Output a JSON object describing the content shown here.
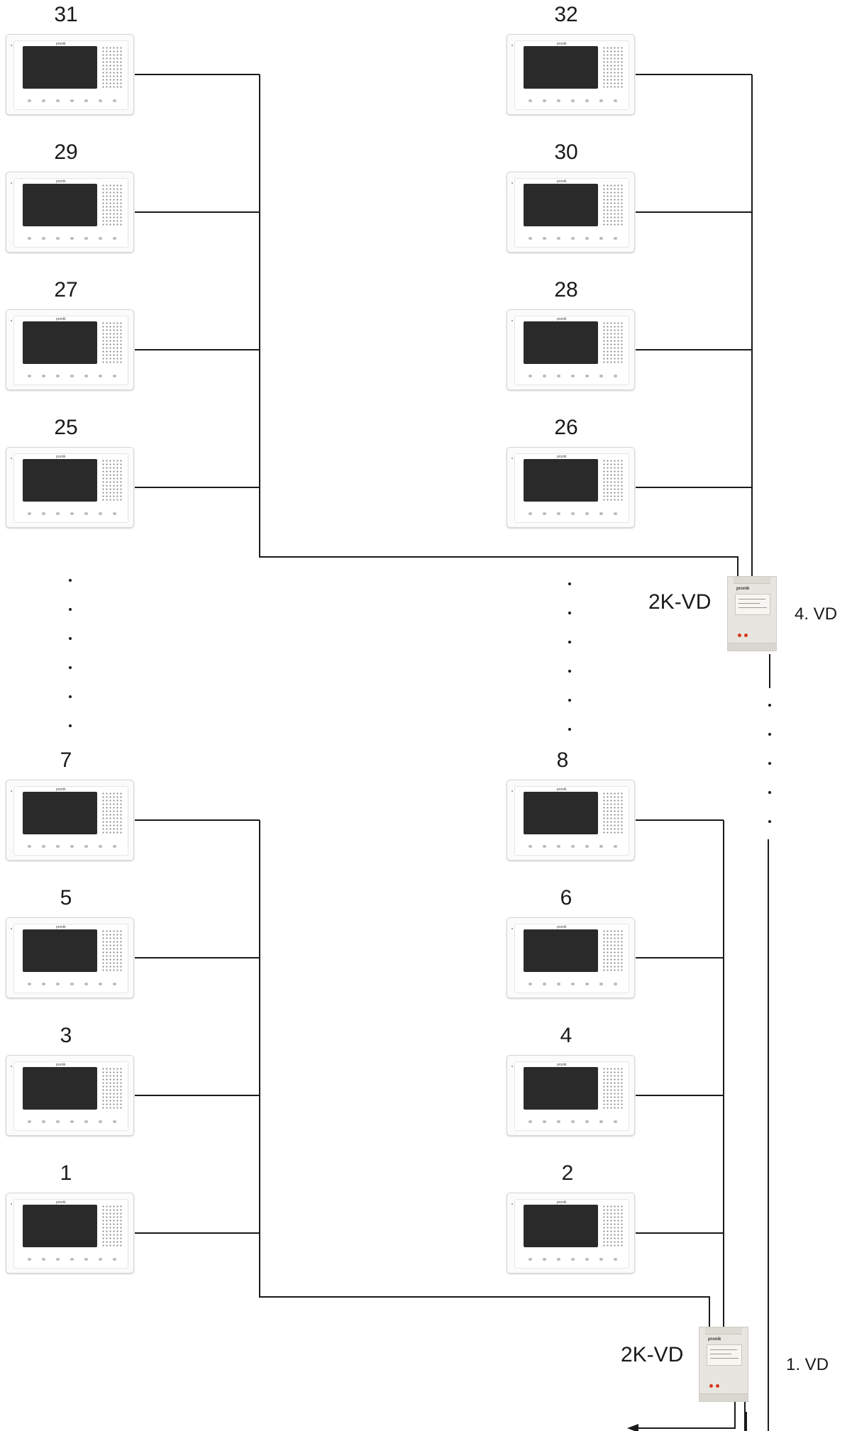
{
  "monitor_brand": "pronik",
  "upper_section": {
    "left_monitors": [
      "31",
      "29",
      "27",
      "25"
    ],
    "right_monitors": [
      "32",
      "30",
      "28",
      "26"
    ],
    "distributor": {
      "model": "2K-VD",
      "label": "4. VD"
    }
  },
  "lower_section": {
    "left_monitors": [
      "7",
      "5",
      "3",
      "1"
    ],
    "right_monitors": [
      "8",
      "6",
      "4",
      "2"
    ],
    "distributor": {
      "model": "2K-VD",
      "label": "1. VD"
    }
  },
  "colors": {
    "wire": "#1a1a1a",
    "screen": "#2a2a2a",
    "indicator": "#d8371f"
  }
}
